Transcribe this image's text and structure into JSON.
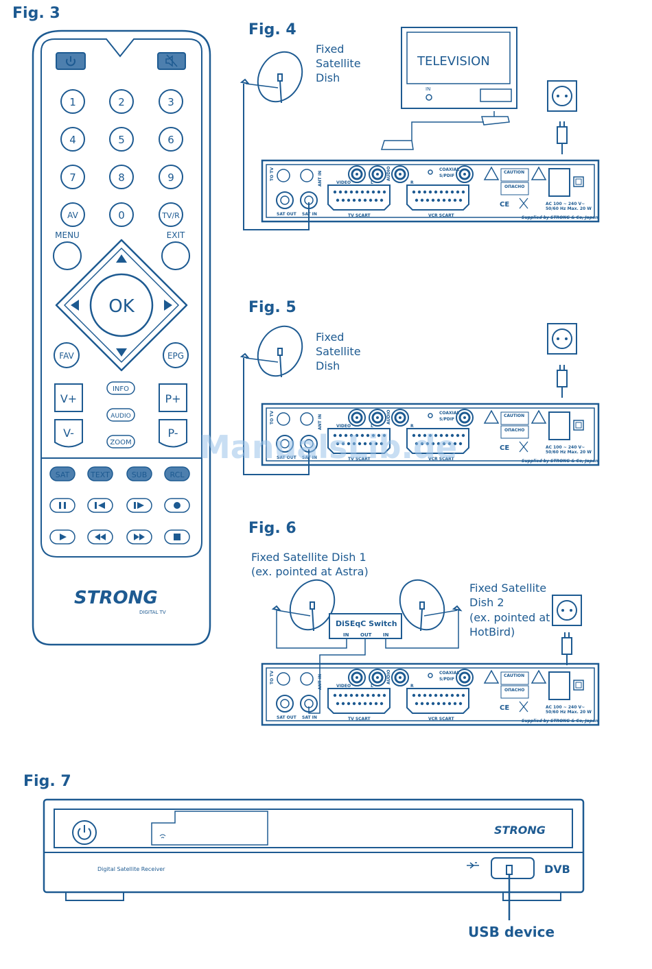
{
  "figures": {
    "fig3": "Fig. 3",
    "fig4": "Fig. 4",
    "fig5": "Fig. 5",
    "fig6": "Fig. 6",
    "fig7": "Fig. 7"
  },
  "remote": {
    "digits": [
      "1",
      "2",
      "3",
      "4",
      "5",
      "6",
      "7",
      "8",
      "9"
    ],
    "av": "AV",
    "zero": "0",
    "tvr": "TV/R",
    "menu": "MENU",
    "exit": "EXIT",
    "ok": "OK",
    "fav": "FAV",
    "epg": "EPG",
    "vplus": "V+",
    "vminus": "V-",
    "pplus": "P+",
    "pminus": "P-",
    "info": "INFO",
    "audio": "AUDIO",
    "zoom": "ZOOM",
    "sat": "SAT",
    "text": "TEXT",
    "sub": "SUB",
    "rcl": "RCL",
    "brand": "STRONG",
    "brand_sub": "DIGITAL TV"
  },
  "fig4": {
    "dish_label": [
      "Fixed",
      "Satellite",
      "Dish"
    ],
    "tv_label": "TELEVISION",
    "tv_in": "IN"
  },
  "fig5": {
    "dish_label": [
      "Fixed",
      "Satellite",
      "Dish"
    ]
  },
  "fig6": {
    "dish1_label": [
      "Fixed Satellite Dish 1",
      "(ex. pointed at Astra)"
    ],
    "dish2_label": [
      "Fixed Satellite",
      "Dish 2",
      "(ex. pointed at",
      "HotBird)"
    ],
    "switch_label": "DiSEqC Switch",
    "switch_in1": "IN",
    "switch_out": "OUT",
    "switch_in2": "IN"
  },
  "receiver": {
    "to_tv": "TO TV",
    "ant_in": "ANT IN",
    "sat_out": "SAT OUT",
    "sat_in": "SAT IN",
    "video": "VIDEO",
    "audio": "AUDIO",
    "l": "L",
    "r": "R",
    "coaxial": "COAXIAL",
    "spdif": "S/PDIF",
    "tv_scart": "TV SCART",
    "vcr_scart": "VCR SCART",
    "caution": "CAUTION",
    "opasno": "ОПАСНО",
    "ce": "CE",
    "power_spec": [
      "AC 100 ~ 240 V~",
      "50/60 Hz Max. 20 W"
    ],
    "supplied": "Supplied by STRONG & Co, Japan"
  },
  "fig7": {
    "brand": "STRONG",
    "model": "Digital Satellite Receiver",
    "dvb": "DVB",
    "usb_label": "USB device"
  },
  "watermark": "ManualsLib.de",
  "colors": {
    "primary": "#1d5a91",
    "button_fill": "#4d7fae"
  }
}
